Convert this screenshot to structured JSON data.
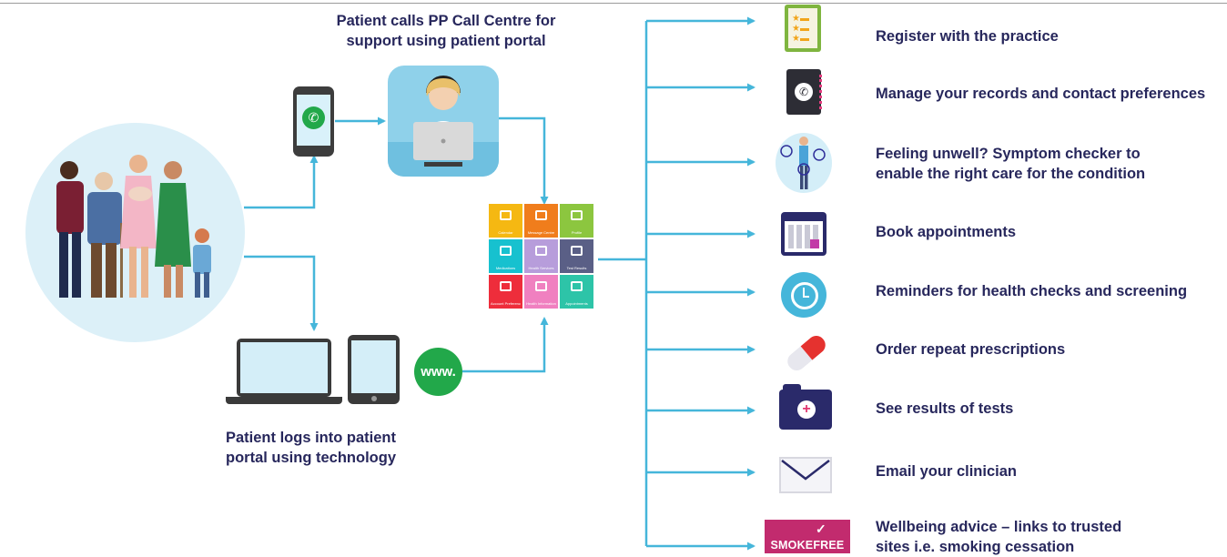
{
  "header": {
    "call_title_line1": "Patient calls  PP Call Centre for",
    "call_title_line2": "support using patient portal",
    "login_title_line1": "Patient logs into patient",
    "login_title_line2": "portal using technology"
  },
  "www_badge": "www.",
  "portal_tiles": [
    {
      "color": "#f5b812",
      "caption": "Calendar"
    },
    {
      "color": "#f07d1c",
      "caption": "Message Centre"
    },
    {
      "color": "#8cc63f",
      "caption": "Profile"
    },
    {
      "color": "#17c1cf",
      "caption": "Medications"
    },
    {
      "color": "#b79ddb",
      "caption": "Health Services"
    },
    {
      "color": "#5a5f86",
      "caption": "Test Results"
    },
    {
      "color": "#ee2d3b",
      "caption": "Account Preferences"
    },
    {
      "color": "#f080c0",
      "caption": "Health Information"
    },
    {
      "color": "#2dc4a8",
      "caption": "Appointments"
    }
  ],
  "services": [
    {
      "label_line1": "Register with the practice",
      "icon": "checklist-icon"
    },
    {
      "label_line1": "Manage your records and contact preferences",
      "icon": "address-book-icon"
    },
    {
      "label_line1": "Feeling unwell? Symptom checker to",
      "label_line2": "enable the right care for the condition",
      "icon": "body-symptom-icon"
    },
    {
      "label_line1": "Book appointments",
      "icon": "calendar-icon"
    },
    {
      "label_line1": "Reminders for health checks and screening",
      "icon": "alarm-clock-icon"
    },
    {
      "label_line1": "Order repeat prescriptions",
      "icon": "pill-icon"
    },
    {
      "label_line1": "See results of tests",
      "icon": "medical-folder-icon"
    },
    {
      "label_line1": "Email your clinician",
      "icon": "envelope-icon"
    },
    {
      "label_line1": "Wellbeing advice – links to trusted",
      "label_line2": "sites i.e. smoking cessation",
      "icon": "smokefree-logo",
      "logo_text": "SMOKEFREE"
    }
  ],
  "colors": {
    "text": "#27275c",
    "arrow": "#45b6da",
    "green": "#22a84a",
    "family_circle": "#dcf0f8"
  }
}
